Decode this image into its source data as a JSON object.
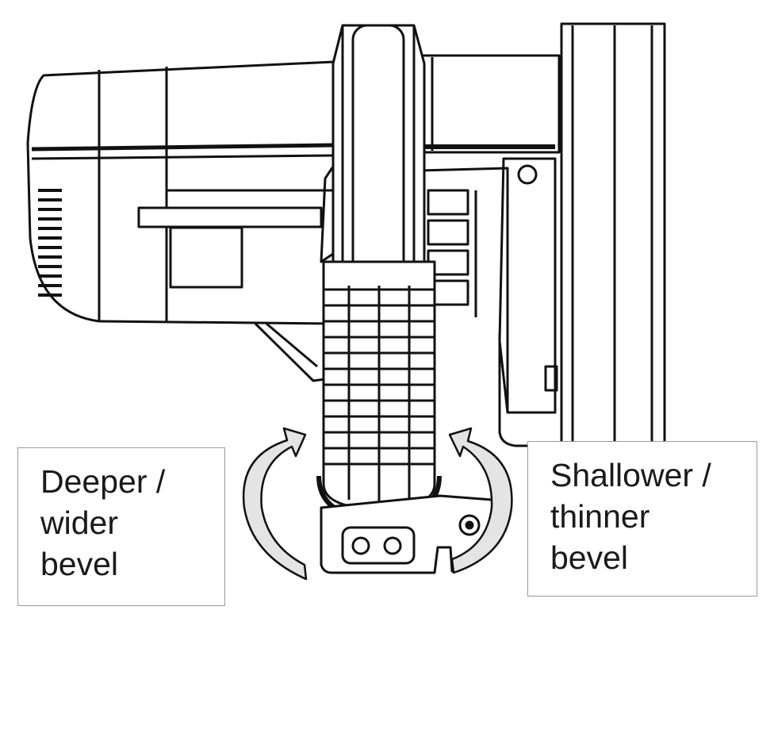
{
  "labels": {
    "left": {
      "line1": "Deeper /",
      "line2": "wider",
      "line3": "bevel"
    },
    "right": {
      "line1": "Shallower /",
      "line2": "thinner",
      "line3": "bevel"
    }
  },
  "colors": {
    "stroke": "#111111",
    "arrow_fill": "#e4e4e4",
    "box_border": "#9a9a9a"
  }
}
